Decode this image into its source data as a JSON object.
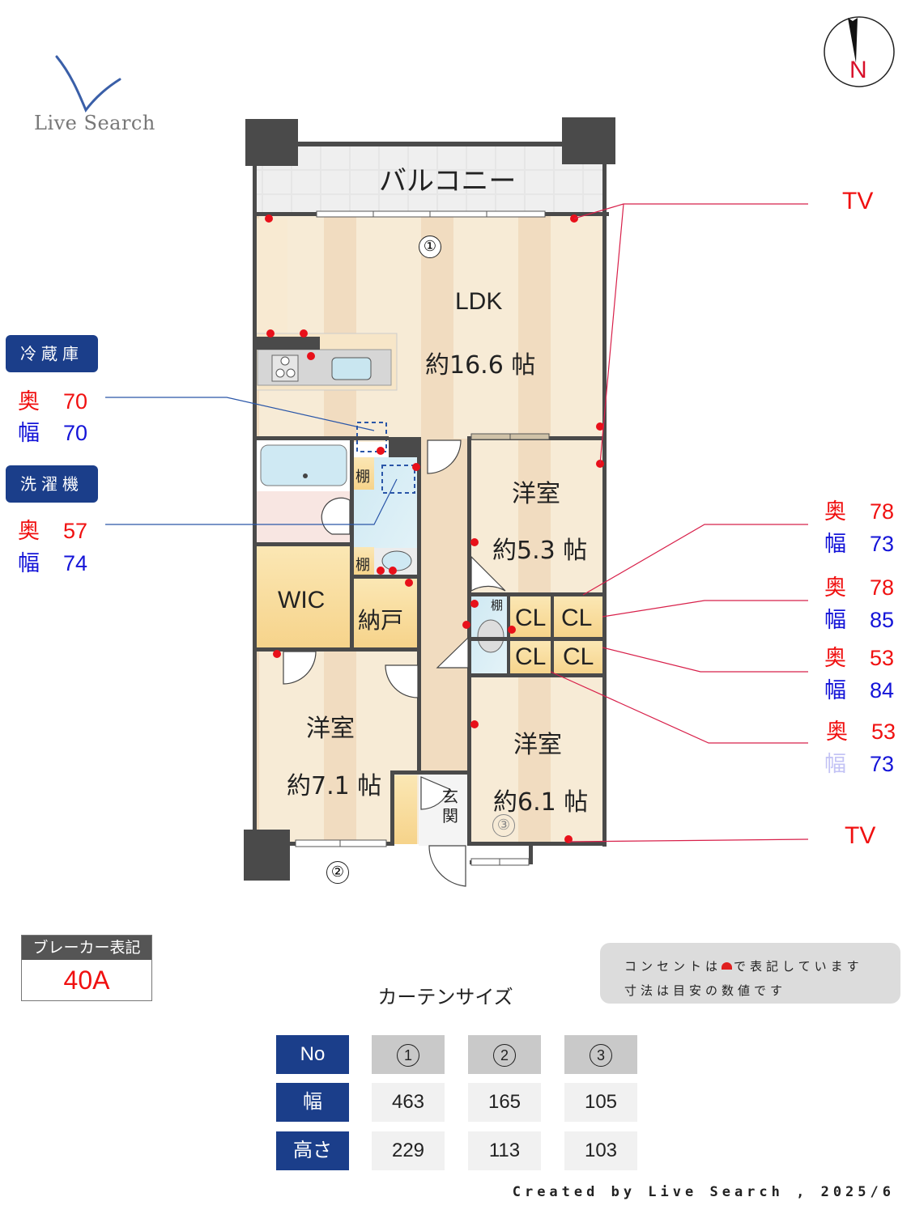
{
  "logo": {
    "text": "Live Search",
    "mark_color": "#3a5fa8"
  },
  "compass": {
    "label": "N",
    "label_color": "#d8102a"
  },
  "floorplan": {
    "rooms": {
      "balcony": "バルコニー",
      "ldk": {
        "name": "LDK",
        "size": "約16.6 帖"
      },
      "western_room_1": {
        "name": "洋室",
        "size": "約5.3 帖"
      },
      "western_room_2": {
        "name": "洋室",
        "size": "約7.1 帖"
      },
      "western_room_3": {
        "name": "洋室",
        "size": "約6.1 帖"
      },
      "wic": "WIC",
      "storage": "納戸",
      "entrance": "玄関",
      "shelf": "棚",
      "closet": "CL"
    },
    "window_markers": [
      "①",
      "②",
      "③"
    ],
    "tv_labels": [
      "TV",
      "TV"
    ]
  },
  "appliances": [
    {
      "name": "冷蔵庫",
      "depth_label": "奥",
      "depth": "70",
      "width_label": "幅",
      "width": "70"
    },
    {
      "name": "洗濯機",
      "depth_label": "奥",
      "depth": "57",
      "width_label": "幅",
      "width": "74"
    }
  ],
  "closet_dimensions": [
    {
      "depth_label": "奥",
      "depth": "78",
      "width_label": "幅",
      "width": "73"
    },
    {
      "depth_label": "奥",
      "depth": "78",
      "width_label": "幅",
      "width": "85"
    },
    {
      "depth_label": "奥",
      "depth": "53",
      "width_label": "幅",
      "width": "84"
    },
    {
      "depth_label": "奥",
      "depth": "53",
      "width_label": "幅",
      "width": "73"
    }
  ],
  "breaker": {
    "title": "ブレーカー表記",
    "value": "40A"
  },
  "notes": {
    "line1_before": "コンセントは",
    "line1_after": "で表記しています",
    "line2": "寸法は目安の数値です"
  },
  "curtain": {
    "title": "カーテンサイズ",
    "row_headers": [
      "No",
      "幅",
      "高さ"
    ],
    "columns": [
      {
        "no": "1",
        "width": "463",
        "height": "229"
      },
      {
        "no": "2",
        "width": "165",
        "height": "113"
      },
      {
        "no": "3",
        "width": "105",
        "height": "103"
      }
    ]
  },
  "footer": {
    "credit": "Created by Live Search , 2025/6"
  },
  "colors": {
    "accent_navy": "#1b3e8a",
    "outlet_red": "#e8101a",
    "depth_red": "#f01010",
    "width_blue": "#1414d8",
    "wall": "#4a4a4a"
  }
}
